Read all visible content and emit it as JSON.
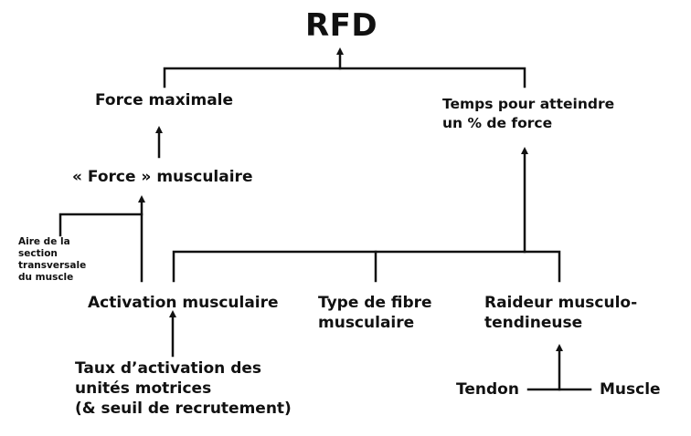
{
  "diagram": {
    "title": "RFD",
    "nodes": {
      "max_force": "Force maximale",
      "time_to_force": [
        "Temps pour atteindre",
        "un % de force"
      ],
      "muscle_force": "« Force » musculaire",
      "cross_section": [
        "Aire de la",
        "section",
        "transversale",
        "du muscle"
      ],
      "activation": "Activation musculaire",
      "fiber_type": [
        "Type de fibre",
        "musculaire"
      ],
      "stiffness": [
        "Raideur musculo-",
        "tendineuse"
      ],
      "motor_units": [
        "Taux d’activation des",
        "unités motrices",
        "(& seuil de recrutement)"
      ],
      "tendon": "Tendon",
      "muscle": "Muscle"
    },
    "colors": {
      "ink": "#111111",
      "background": "#ffffff"
    }
  }
}
